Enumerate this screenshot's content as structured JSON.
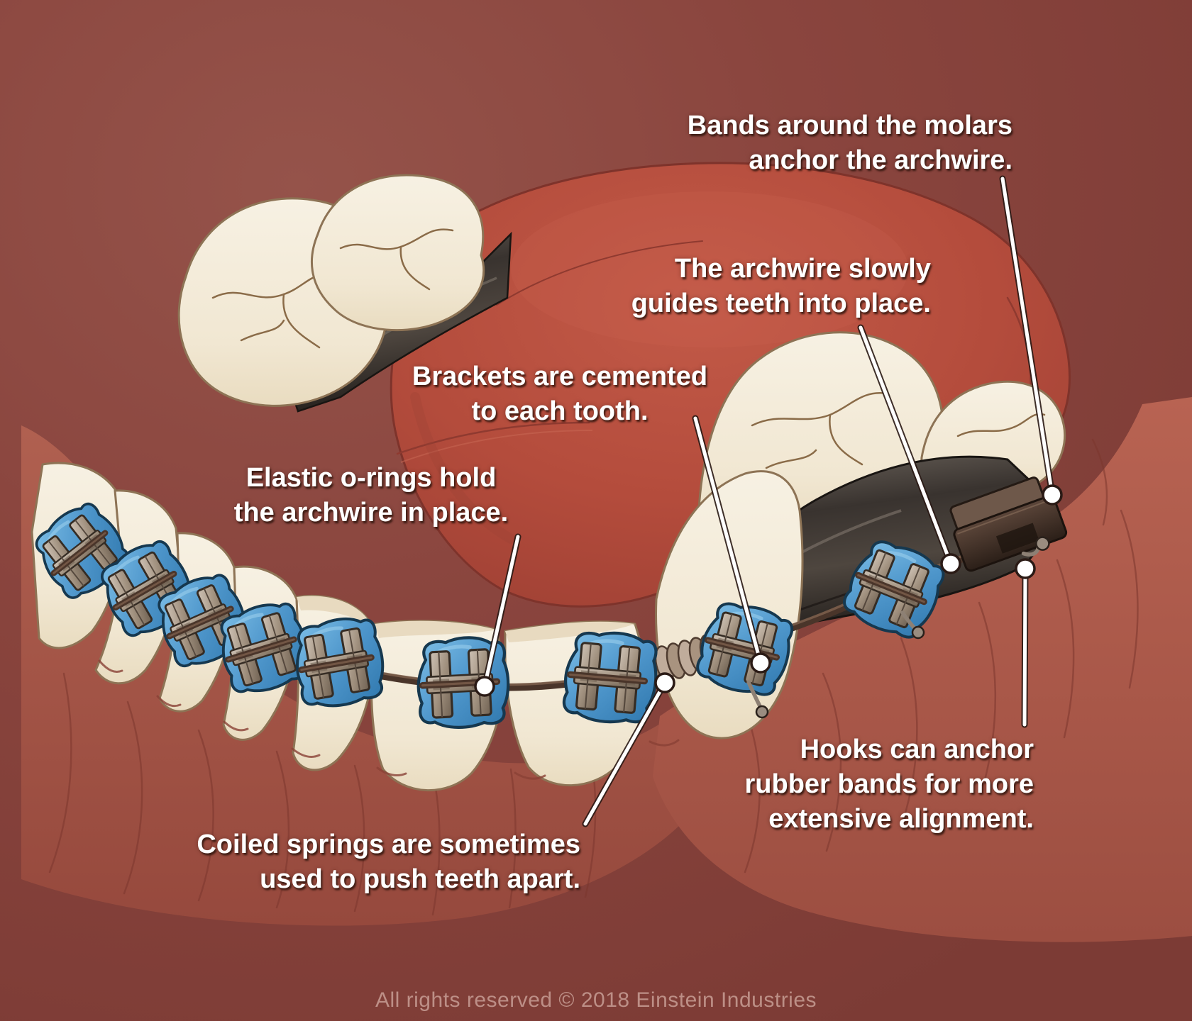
{
  "annotations": {
    "bands": {
      "lines": [
        "Bands around the molars",
        "anchor the archwire."
      ]
    },
    "archwire": {
      "lines": [
        "The archwire slowly",
        "guides teeth into place."
      ]
    },
    "brackets": {
      "lines": [
        "Brackets are cemented",
        "to each tooth."
      ]
    },
    "orings": {
      "lines": [
        "Elastic o-rings hold",
        "the archwire in place."
      ]
    },
    "springs": {
      "lines": [
        "Coiled springs are sometimes",
        "used to push teeth apart."
      ]
    },
    "hooks": {
      "lines": [
        "Hooks can anchor",
        "rubber bands for more",
        "extensive alignment."
      ]
    }
  },
  "footer": {
    "copyright": "All rights reserved © 2018 Einstein Industries"
  },
  "colors": {
    "background": "#8a453e",
    "tongue": "#b44c3c",
    "tooth": "#f3ecdb",
    "tooth_outline": "#8d7355",
    "gum": "#a65848",
    "gum_line": "#7c362d",
    "oring_blue": "#4e96cb",
    "metal": "#a1917f",
    "band_dark": "#39332f",
    "wire_brown": "#4a352a",
    "label_text": "#ffffff",
    "copyright_text": "#c89e95"
  }
}
